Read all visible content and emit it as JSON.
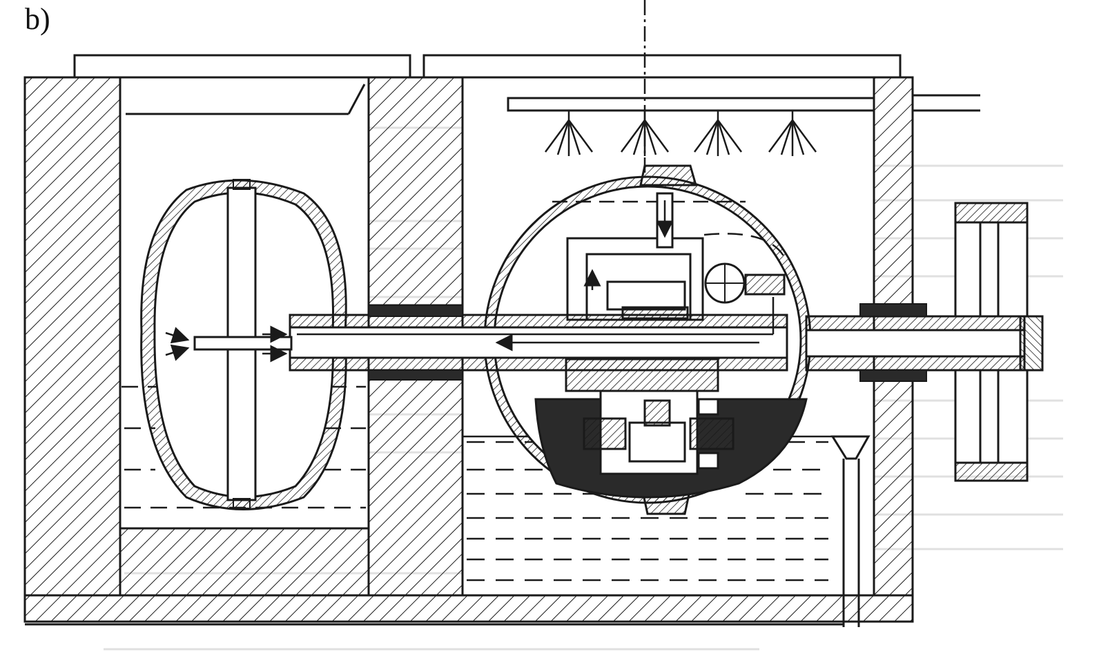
{
  "figure": {
    "panel_label": "b)",
    "colors": {
      "ink": "#1a1a1a",
      "paper": "#ffffff",
      "hatch": "#1a1a1a",
      "oil": "#2a2a2a",
      "bleed_text": "#b8b8b8"
    },
    "components": [
      "hatched-housing",
      "turbine-runner",
      "main-shaft",
      "spray-pipe",
      "spray-nozzles",
      "spherical-generator-casing",
      "inner-bearing-assembly",
      "oil-sump",
      "water-tank",
      "drain-funnel",
      "output-pulley",
      "shaft-seals",
      "flow-arrows"
    ]
  }
}
